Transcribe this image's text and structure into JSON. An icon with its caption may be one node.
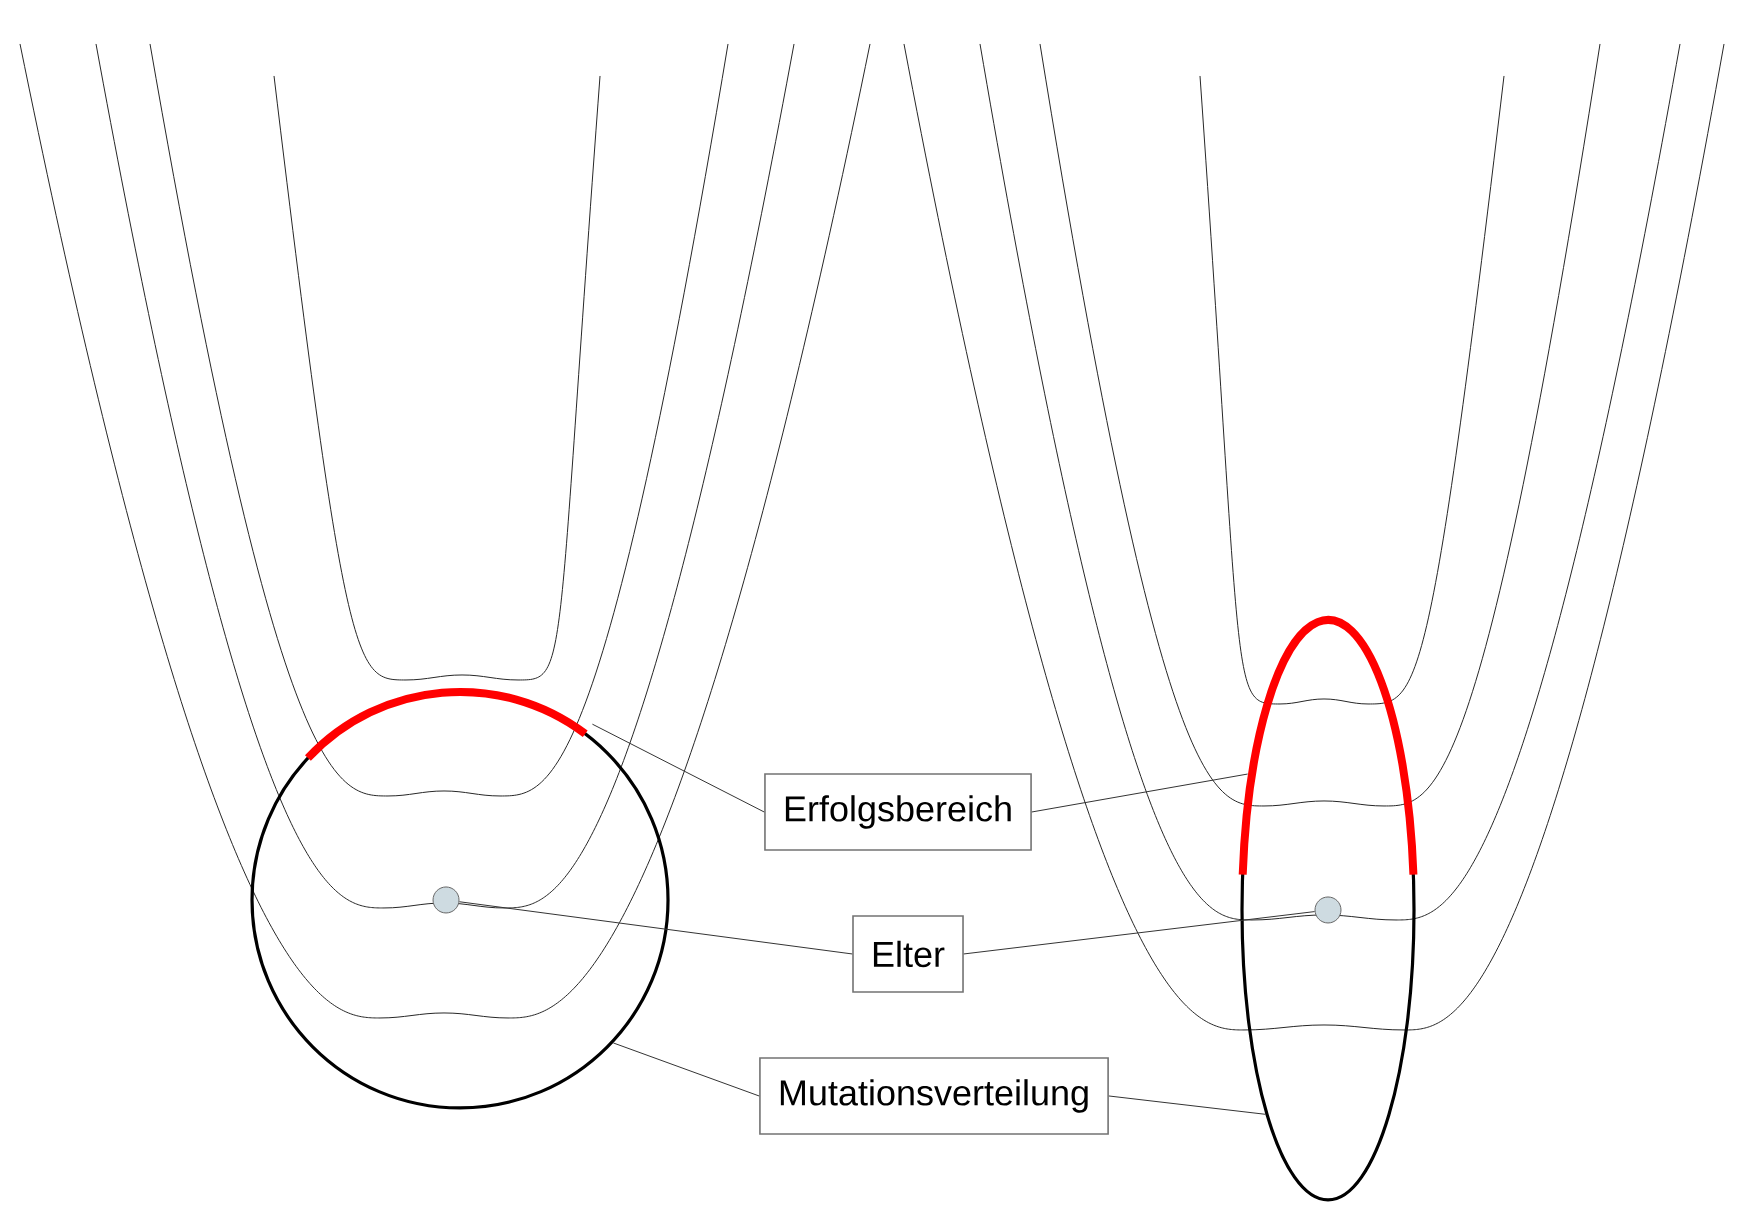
{
  "diagram": {
    "nodes": [
      {
        "text": [
          "Erfolgsbereich"
        ]
      },
      {
        "text": [
          "Elter"
        ]
      },
      {
        "text": [
          "Mutationsverteilung"
        ]
      },
      {
        "text": [],
        "shape": "circle"
      },
      {
        "text": [],
        "shape": "arc",
        "in": 3
      },
      {
        "text": [],
        "shape": "circle",
        "in": 3
      },
      {
        "text": [],
        "shape": "ellipse"
      },
      {
        "text": [],
        "shape": "arc",
        "in": 6
      },
      {
        "text": [],
        "shape": "circle",
        "in": 6
      }
    ],
    "edges": [
      {
        "from": 0,
        "to": 4,
        "arrow": "none"
      },
      {
        "from": 0,
        "to": 7,
        "arrow": "none"
      },
      {
        "from": 1,
        "to": 5,
        "arrow": "none"
      },
      {
        "from": 1,
        "to": 8,
        "arrow": "none"
      },
      {
        "from": 2,
        "to": 3,
        "arrow": "none"
      },
      {
        "from": 2,
        "to": 6,
        "arrow": "none"
      }
    ]
  }
}
